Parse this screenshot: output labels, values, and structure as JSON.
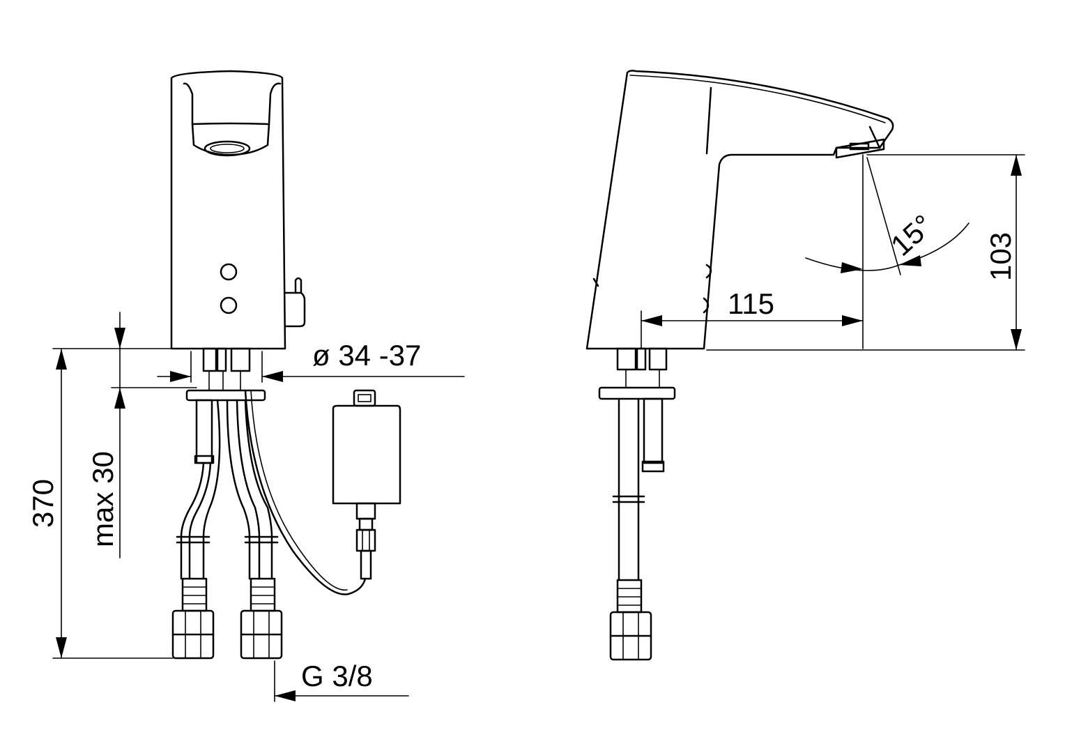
{
  "dimensions": {
    "overall_height": "370",
    "max_deck_thickness": "max 30",
    "hole_diameter": "ø 34 -37",
    "connection_thread": "G 3/8",
    "spout_reach": "115",
    "spout_height": "103",
    "spray_angle": "15°"
  },
  "colors": {
    "line": "#000000",
    "background": "#ffffff"
  }
}
